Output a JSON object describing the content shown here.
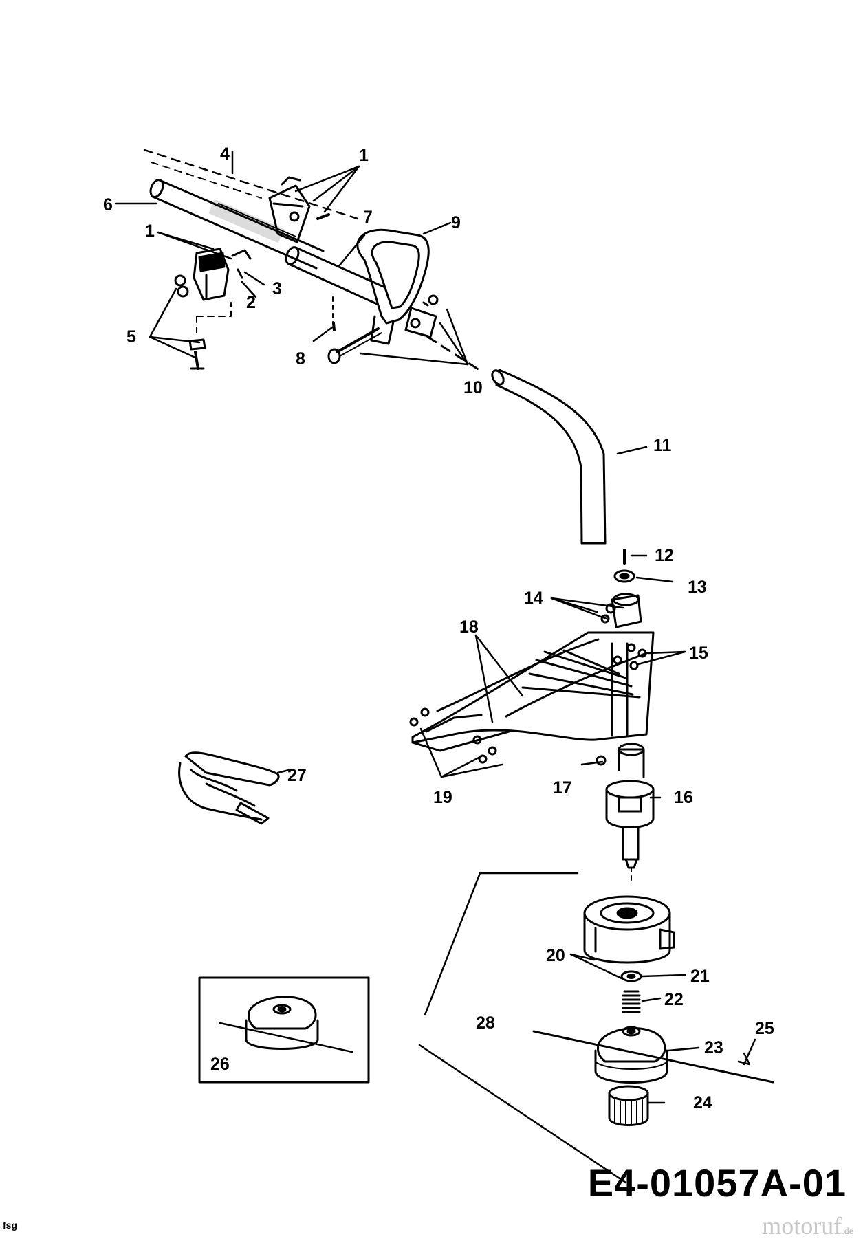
{
  "diagram": {
    "drawing_code": "E4-01057A-01",
    "corner_mark": "fsg",
    "watermark": {
      "brand": "motoruf",
      "tld": ".de"
    },
    "callouts": [
      "1",
      "1",
      "2",
      "3",
      "4",
      "5",
      "6",
      "7",
      "8",
      "9",
      "10",
      "11",
      "12",
      "13",
      "14",
      "15",
      "16",
      "17",
      "18",
      "19",
      "20",
      "21",
      "22",
      "23",
      "24",
      "25",
      "26",
      "27",
      "28"
    ]
  }
}
